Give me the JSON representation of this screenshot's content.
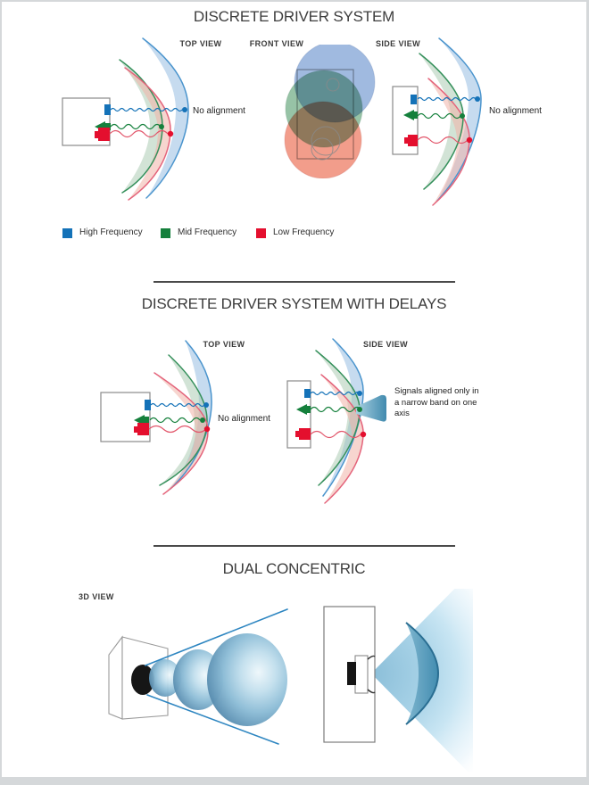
{
  "sections": {
    "discrete": {
      "title": "DISCRETE DRIVER SYSTEM",
      "views": [
        {
          "label": "TOP VIEW"
        },
        {
          "label": "FRONT VIEW"
        },
        {
          "label": "SIDE VIEW"
        }
      ],
      "annotations": {
        "top_view": "No alignment",
        "side_view": "No alignment"
      },
      "legend": [
        {
          "label": "High Frequency",
          "color": "#1472b8"
        },
        {
          "label": "Mid Frequency",
          "color": "#15803c"
        },
        {
          "label": "Low Frequency",
          "color": "#e40f2e"
        }
      ]
    },
    "delays": {
      "title": "DISCRETE DRIVER SYSTEM WITH DELAYS",
      "views": [
        {
          "label": "TOP VIEW"
        },
        {
          "label": "SIDE VIEW"
        }
      ],
      "annotations": {
        "top_view": "No alignment",
        "side_view": "Signals aligned only in a narrow band on one axis"
      }
    },
    "dual": {
      "title": "DUAL CONCENTRIC",
      "views": [
        {
          "label": "3D VIEW"
        }
      ]
    }
  },
  "colors": {
    "high_frequency": "#1472b8",
    "mid_frequency": "#15803c",
    "low_frequency": "#e40f2e"
  }
}
